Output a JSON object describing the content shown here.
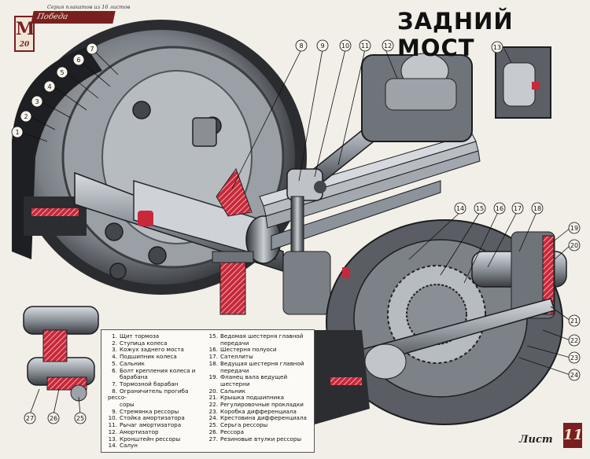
{
  "title": "ЗАДНИЙ МОСТ",
  "series_note": "Серия плакатов из 16 листов",
  "logo": {
    "letter": "М",
    "number": "20",
    "band_text": "Победа"
  },
  "sheet": {
    "label": "Лист",
    "number": "11"
  },
  "colors": {
    "accent": "#7a1f1f",
    "metal": "#8c9096",
    "dark": "#2b2b2b",
    "rubber": "#c8283a"
  },
  "legend": [
    {
      "n": "1.",
      "t": "Щит тормоза"
    },
    {
      "n": "2.",
      "t": "Ступица колеса"
    },
    {
      "n": "3.",
      "t": "Кожух заднего моста"
    },
    {
      "n": "4.",
      "t": "Подшипник колеса"
    },
    {
      "n": "5.",
      "t": "Сальник"
    },
    {
      "n": "6.",
      "t": "Болт крепления колеса и",
      "t2": "барабана"
    },
    {
      "n": "7.",
      "t": "Тормозной барабан"
    },
    {
      "n": "8.",
      "t": "Ограничитель прогиба рессо-",
      "t2": "соры"
    },
    {
      "n": "9.",
      "t": "Стремянка рессоры"
    },
    {
      "n": "10.",
      "t": "Стойка амортизатора"
    },
    {
      "n": "11.",
      "t": "Рычаг амортизатора"
    },
    {
      "n": "12.",
      "t": "Амортизатор"
    },
    {
      "n": "13.",
      "t": "Кронштейн рессоры"
    },
    {
      "n": "14.",
      "t": "Салун"
    },
    {
      "n": "15.",
      "t": "Ведомая шестерня главной",
      "t2": "передачи"
    },
    {
      "n": "16.",
      "t": "Шестерня полуоси"
    },
    {
      "n": "17.",
      "t": "Сателлиты"
    },
    {
      "n": "18.",
      "t": "Ведущая шестерня главной",
      "t2": "передачи"
    },
    {
      "n": "19.",
      "t": "Фланец вала ведущей",
      "t2": "шестерни"
    },
    {
      "n": "20.",
      "t": "Сальник"
    },
    {
      "n": "21.",
      "t": "Крышка подшипника"
    },
    {
      "n": "22.",
      "t": "Регулировочные прокладки"
    },
    {
      "n": "23.",
      "t": "Коробка дифференциала"
    },
    {
      "n": "24.",
      "t": "Крестовина дифференциала"
    },
    {
      "n": "25.",
      "t": "Серьга рессоры"
    },
    {
      "n": "26.",
      "t": "Рессора"
    },
    {
      "n": "27.",
      "t": "Резиновые втулки рессоры"
    }
  ],
  "callouts": [
    "1",
    "2",
    "3",
    "4",
    "5",
    "6",
    "7",
    "8",
    "9",
    "10",
    "11",
    "12",
    "13",
    "14",
    "15",
    "16",
    "17",
    "18",
    "19",
    "20",
    "21",
    "22",
    "23",
    "24",
    "25",
    "26",
    "27"
  ]
}
